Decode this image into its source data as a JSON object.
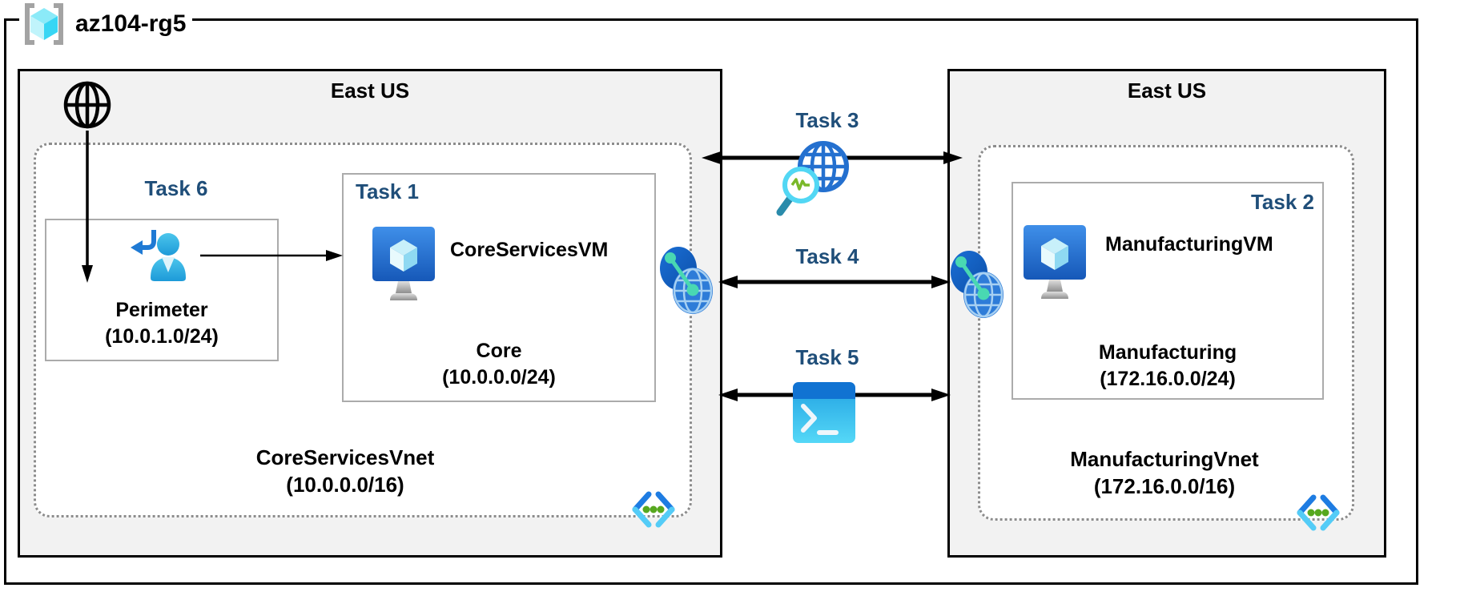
{
  "diagram": {
    "resource_group": {
      "name": "az104-rg5"
    },
    "regions": {
      "left": {
        "title": "East US",
        "vnet": {
          "name": "CoreServicesVnet",
          "cidr": "(10.0.0.0/16)"
        },
        "perimeter_subnet": {
          "task_label": "Task 6",
          "name": "Perimeter",
          "cidr": "(10.0.1.0/24)"
        },
        "core_subnet": {
          "task_label": "Task 1",
          "vm_name": "CoreServicesVM",
          "name": "Core",
          "cidr": "(10.0.0.0/24)"
        }
      },
      "right": {
        "title": "East US",
        "vnet": {
          "name": "ManufacturingVnet",
          "cidr": "(172.16.0.0/16)"
        },
        "manufacturing_subnet": {
          "task_label": "Task 2",
          "vm_name": "ManufacturingVM",
          "name": "Manufacturing",
          "cidr": "(172.16.0.0/24)"
        }
      }
    },
    "connections": {
      "task3": {
        "label": "Task 3",
        "icon": "network-watcher-icon"
      },
      "task4": {
        "label": "Task 4",
        "icon": "vnet-peering-icon"
      },
      "task5": {
        "label": "Task 5",
        "icon": "cloud-shell-icon"
      }
    },
    "icons": [
      "resource-group-icon",
      "internet-icon",
      "user-signin-icon",
      "virtual-machine-icon",
      "vnet-peering-icon",
      "network-watcher-icon",
      "cloud-shell-icon",
      "code-brackets-icon"
    ]
  },
  "colors": {
    "task_label": "#1f4e79",
    "region_bg": "#f2f2f2",
    "dotted_border": "#8c8c8c",
    "box_border": "#ababab",
    "azure_blue": "#1e7ce2",
    "azure_cyan": "#54ccf7",
    "teal_accent": "#49d8b2",
    "green_dot": "#57a81f"
  }
}
